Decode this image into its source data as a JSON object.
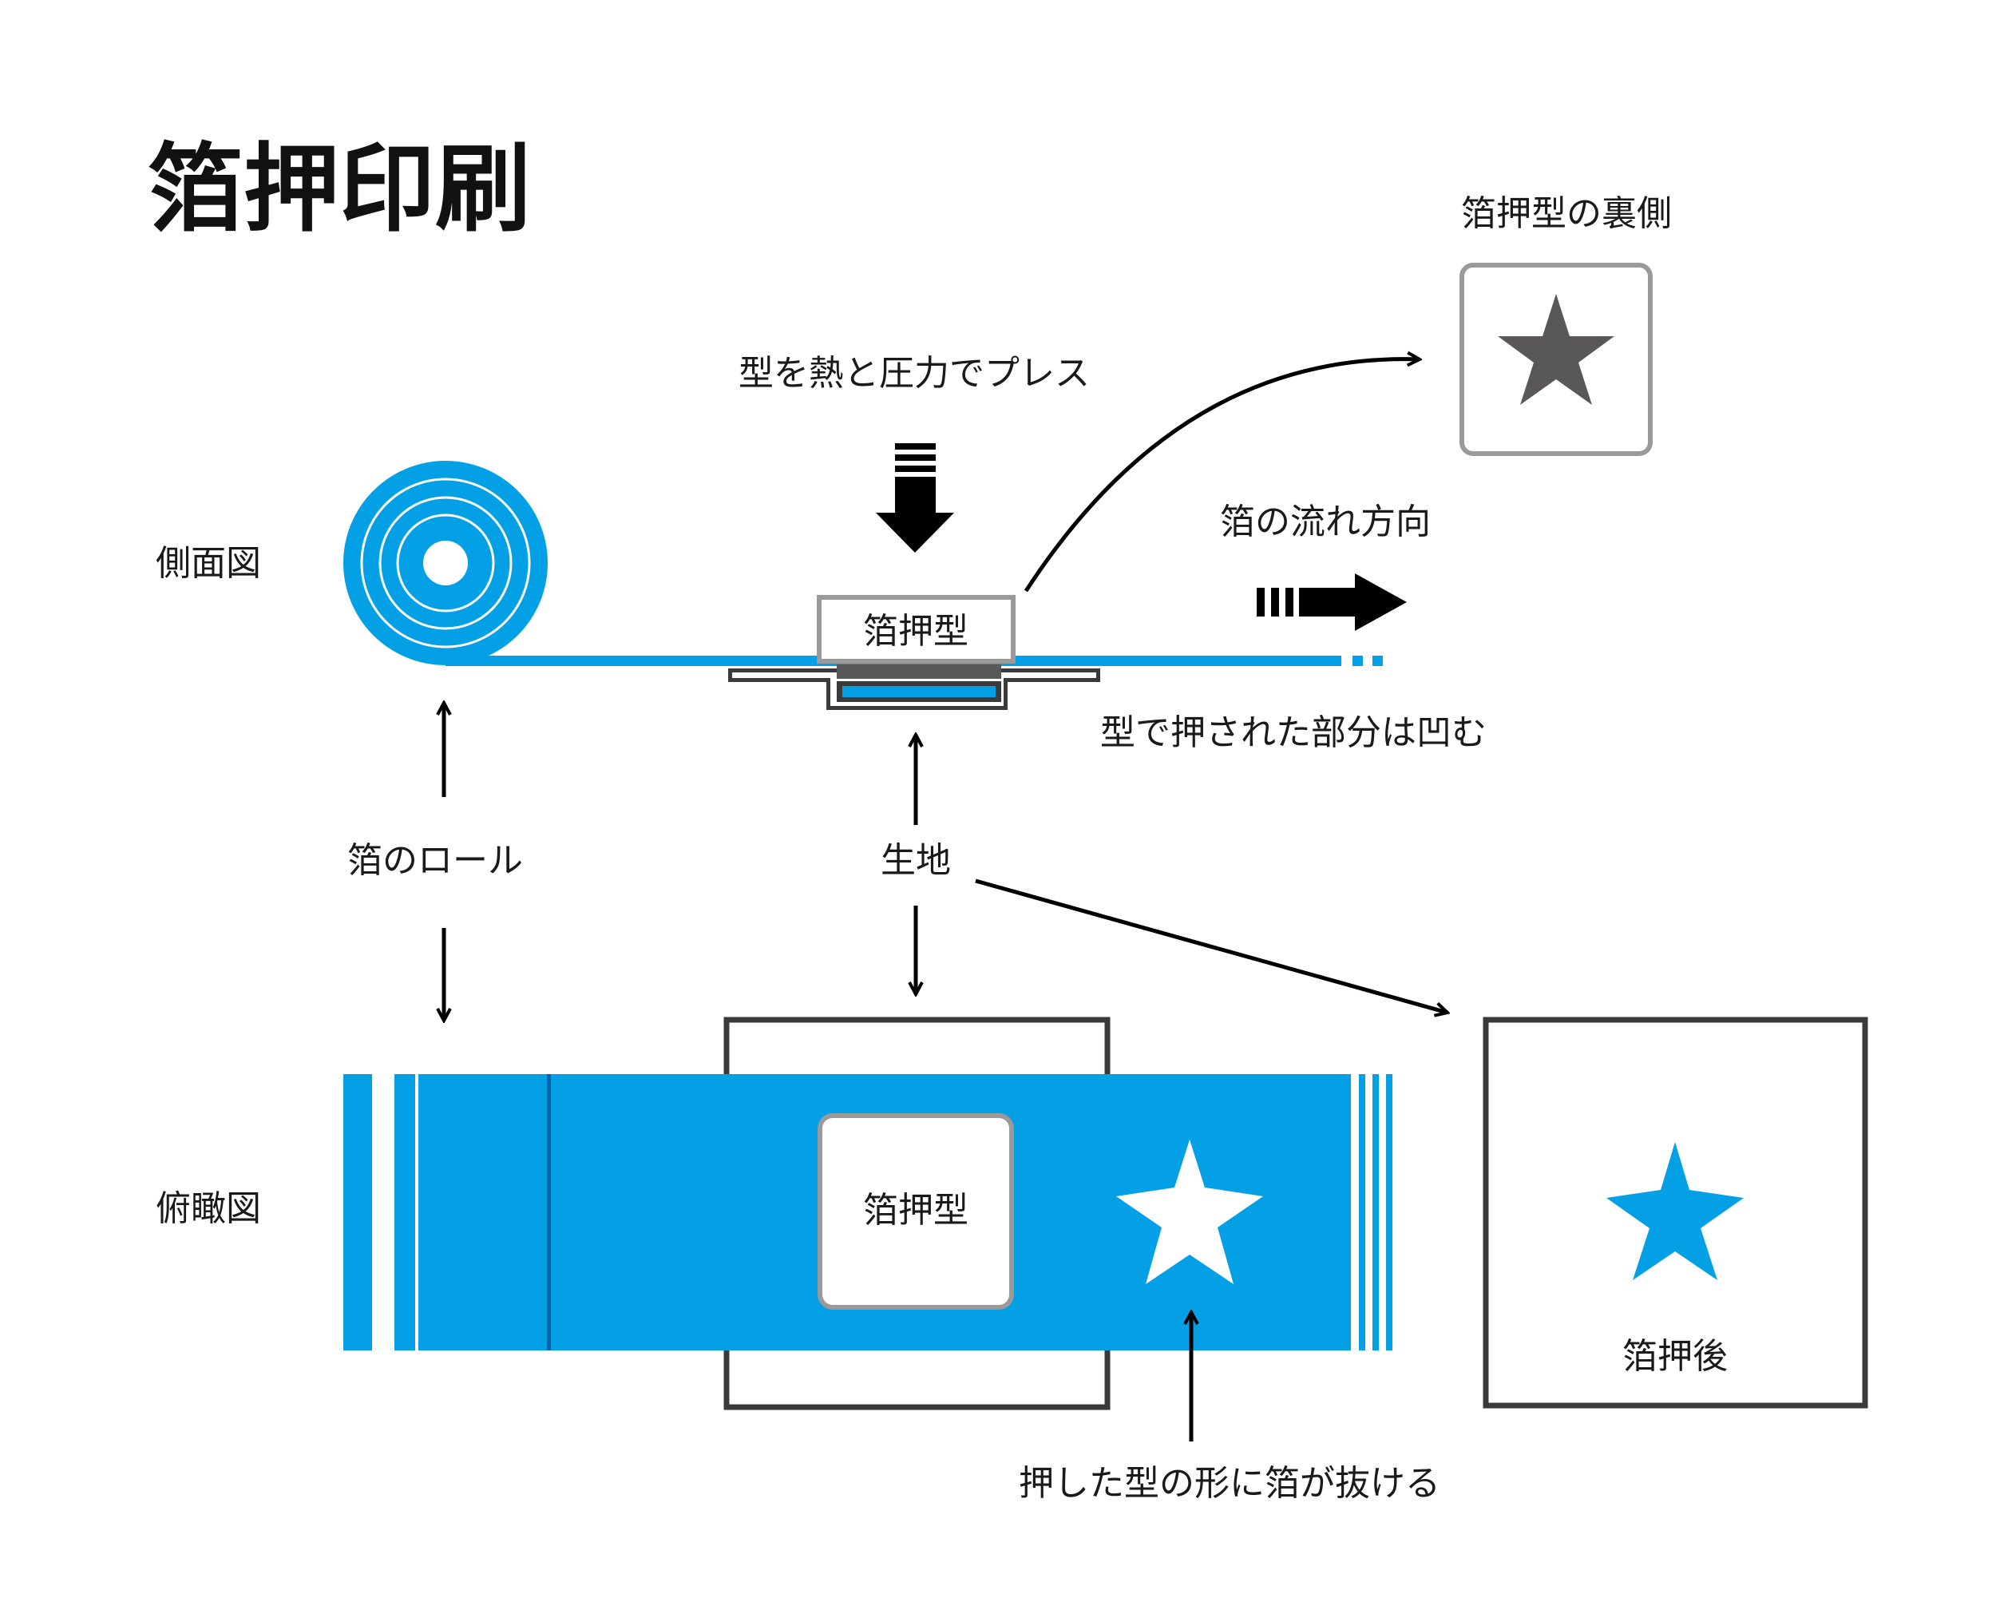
{
  "title": "箔押印刷",
  "colors": {
    "foil": "#03a0e6",
    "foil_dark": "#0a5fa8",
    "frame": "#3a3a3a",
    "die_border": "#9a9a9a",
    "die_back_star": "#5a5758",
    "arrow": "#000000",
    "text": "#1a1a1a"
  },
  "labels": {
    "side_view": "側面図",
    "top_view": "俯瞰図",
    "press": "型を熱と圧力でプレス",
    "die_side": "箔押型",
    "die_top": "箔押型",
    "die_back": "箔押型の裏側",
    "foil_direction": "箔の流れ方向",
    "pressed_dent": "型で押された部分は凹む",
    "foil_roll": "箔のロール",
    "fabric": "生地",
    "stamped_shape": "押した型の形に箔が抜ける",
    "after_stamp": "箔押後"
  },
  "icons": {
    "press_arrow": "down-arrow-icon",
    "flow_arrow": "right-arrow-icon",
    "die_back_star": "star-icon",
    "stamped_star": "star-icon",
    "result_star": "star-icon"
  }
}
